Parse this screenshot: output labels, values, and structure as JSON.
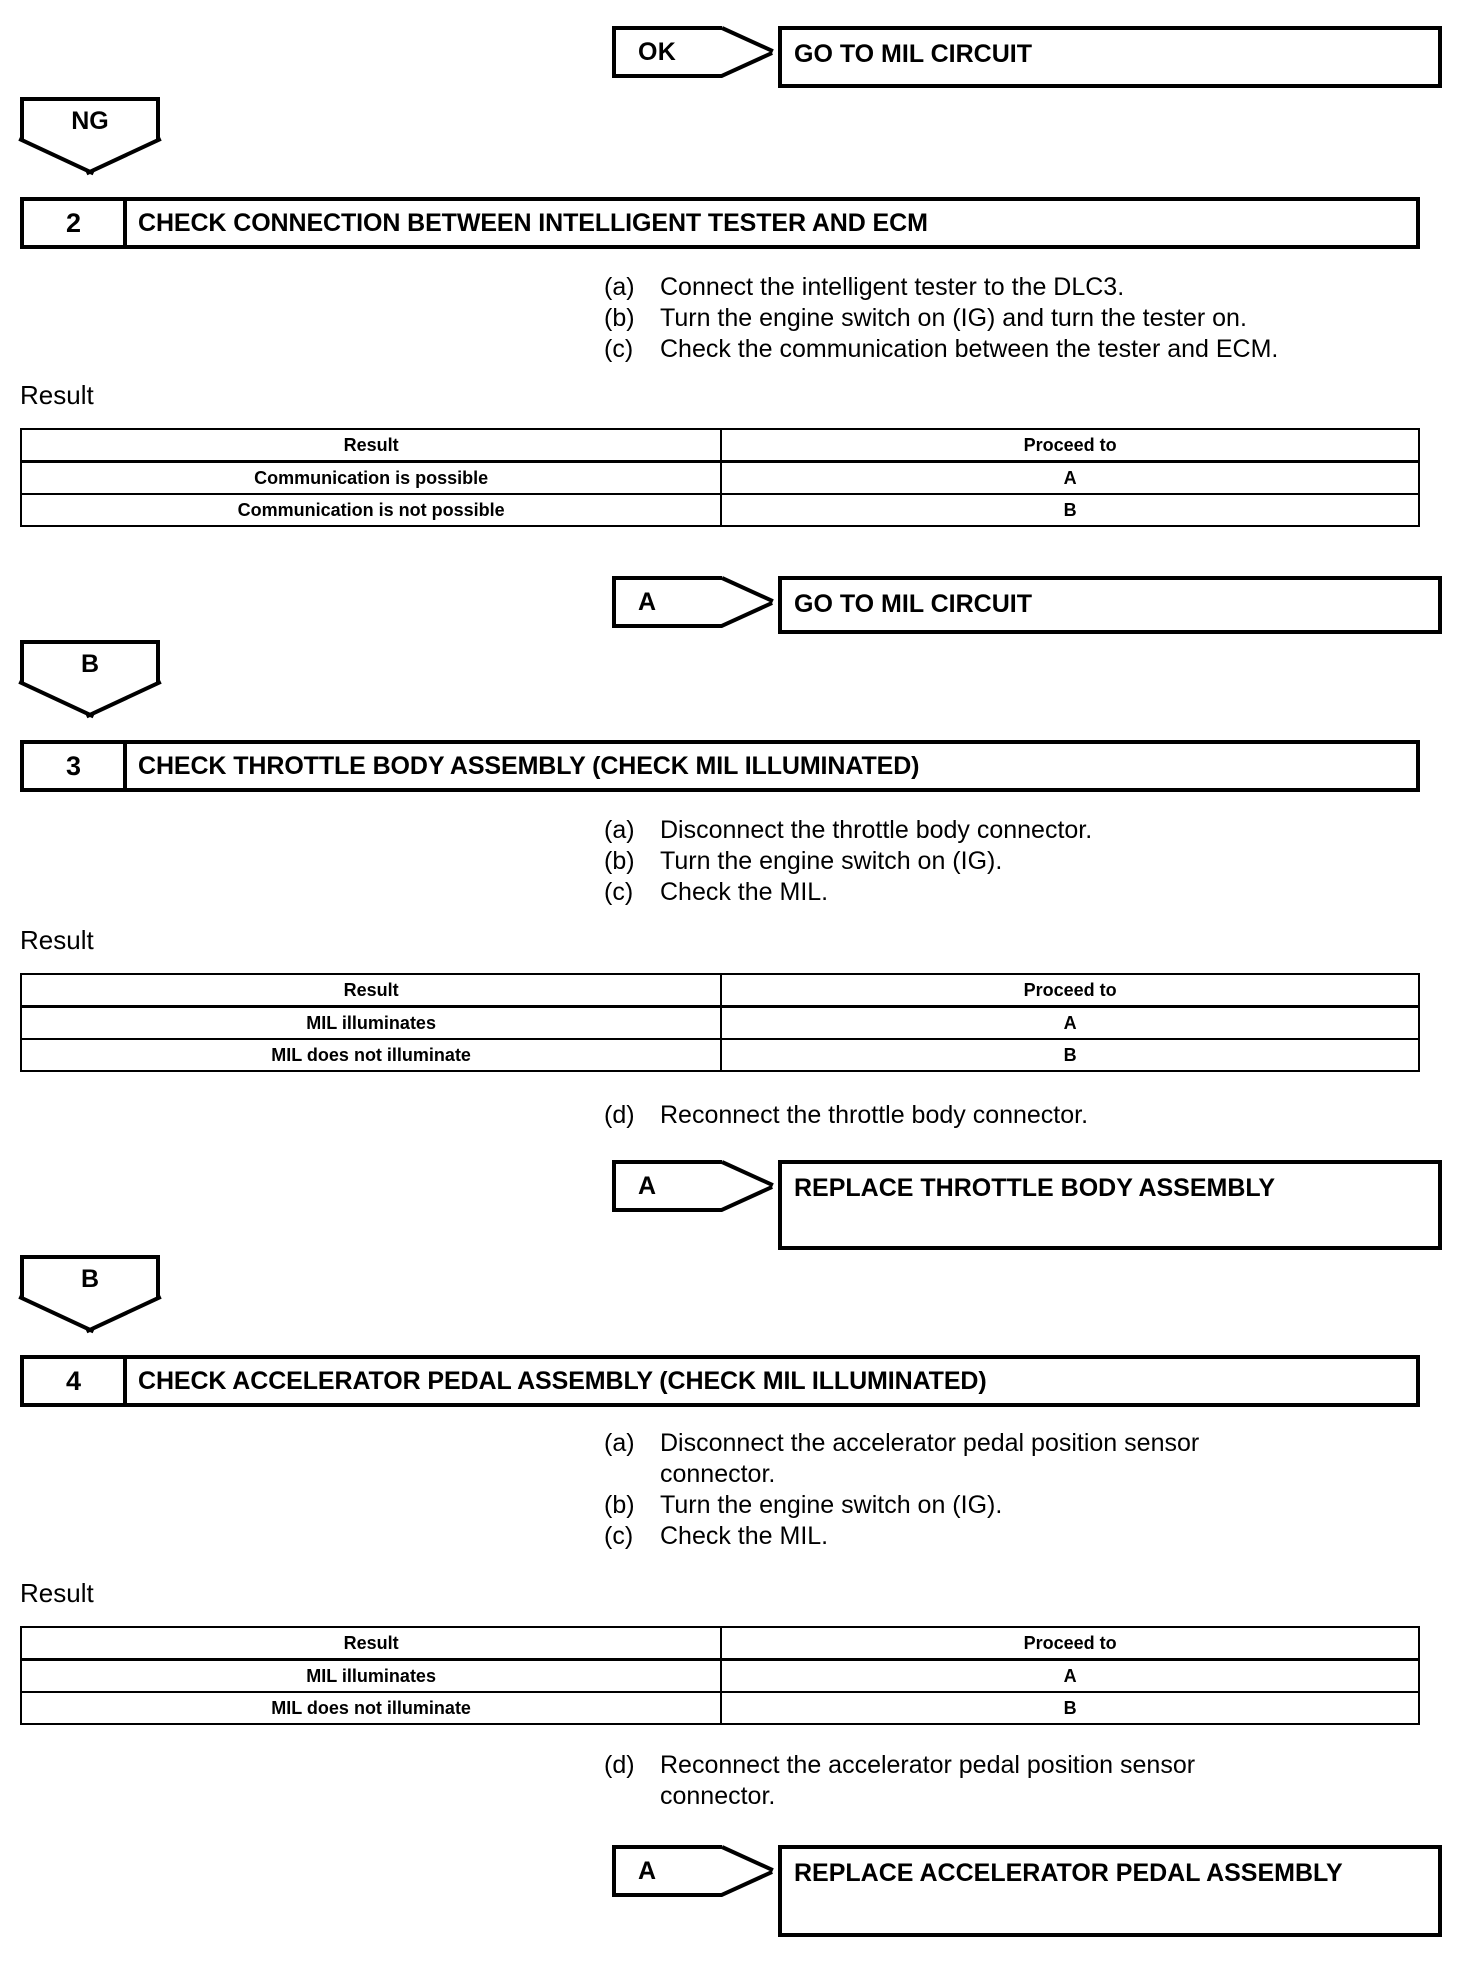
{
  "document": {
    "type": "diagnostic-troubleshooting-flowchart",
    "result_caption": "Result",
    "table_headers": {
      "result": "Result",
      "proceed_to": "Proceed to"
    }
  },
  "top": {
    "ok_tag": "OK",
    "ok_target": "GO TO MIL CIRCUIT",
    "ng_tag": "NG"
  },
  "step2": {
    "number": "2",
    "title": "CHECK CONNECTION BETWEEN INTELLIGENT TESTER AND ECM",
    "procedures": [
      {
        "label": "(a)",
        "text": "Connect the intelligent tester to the DLC3."
      },
      {
        "label": "(b)",
        "text": "Turn the engine switch on (IG) and turn the tester on."
      },
      {
        "label": "(c)",
        "text": "Check the communication between the tester and ECM."
      }
    ],
    "result_caption": "Result",
    "table": {
      "headers": [
        "Result",
        "Proceed to"
      ],
      "rows": [
        [
          "Communication is possible",
          "A"
        ],
        [
          "Communication is not possible",
          "B"
        ]
      ]
    },
    "exit_a_tag": "A",
    "exit_a_target": "GO TO MIL CIRCUIT",
    "exit_b_tag": "B"
  },
  "step3": {
    "number": "3",
    "title": "CHECK THROTTLE BODY ASSEMBLY (CHECK MIL ILLUMINATED)",
    "procedures": [
      {
        "label": "(a)",
        "text": "Disconnect the throttle body connector."
      },
      {
        "label": "(b)",
        "text": "Turn the engine switch on (IG)."
      },
      {
        "label": "(c)",
        "text": "Check the MIL."
      }
    ],
    "result_caption": "Result",
    "table": {
      "headers": [
        "Result",
        "Proceed to"
      ],
      "rows": [
        [
          "MIL illuminates",
          "A"
        ],
        [
          "MIL does not illuminate",
          "B"
        ]
      ]
    },
    "procedure_d": {
      "label": "(d)",
      "text": "Reconnect the throttle body connector."
    },
    "exit_a_tag": "A",
    "exit_a_target": "REPLACE THROTTLE BODY ASSEMBLY",
    "exit_b_tag": "B"
  },
  "step4": {
    "number": "4",
    "title": "CHECK ACCELERATOR PEDAL ASSEMBLY (CHECK MIL ILLUMINATED)",
    "procedures": [
      {
        "label": "(a)",
        "text": "Disconnect the accelerator pedal position sensor connector."
      },
      {
        "label": "(b)",
        "text": "Turn the engine switch on (IG)."
      },
      {
        "label": "(c)",
        "text": "Check the MIL."
      }
    ],
    "result_caption": "Result",
    "table": {
      "headers": [
        "Result",
        "Proceed to"
      ],
      "rows": [
        [
          "MIL illuminates",
          "A"
        ],
        [
          "MIL does not illuminate",
          "B"
        ]
      ]
    },
    "procedure_d": {
      "label": "(d)",
      "text": "Reconnect the accelerator pedal position sensor connector."
    },
    "exit_a_tag": "A",
    "exit_a_target": "REPLACE ACCELERATOR PEDAL ASSEMBLY"
  }
}
